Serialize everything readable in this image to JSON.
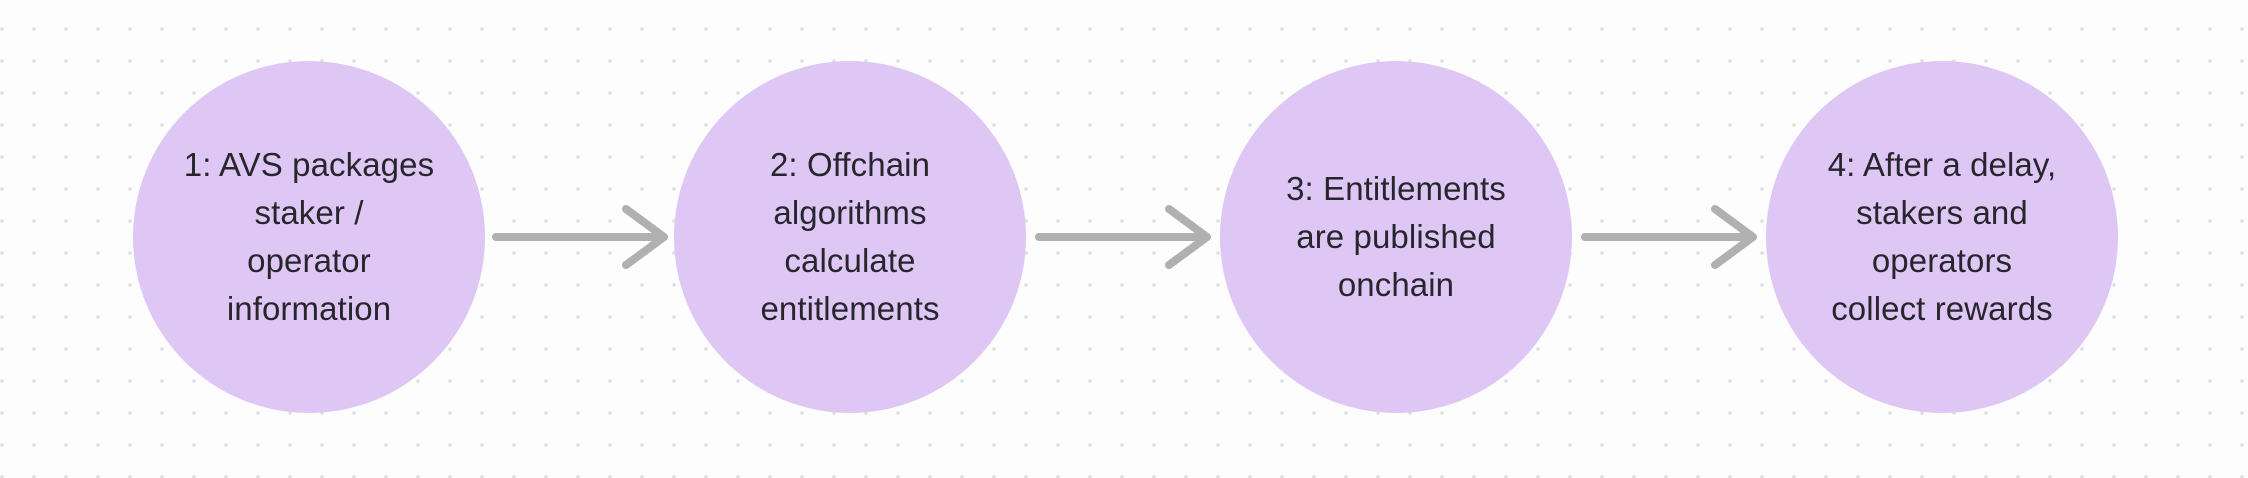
{
  "colors": {
    "background": "#fdfdfd",
    "dot": "#e0e0e0",
    "node_fill": "#dec7f4",
    "node_text": "#26262c",
    "arrow": "#b0b0b0"
  },
  "flow": {
    "type": "process-flow",
    "steps": [
      {
        "id": "1",
        "label": "1: AVS packages staker / operator information",
        "lines": [
          "1: AVS packages",
          "staker /",
          "operator",
          "information"
        ]
      },
      {
        "id": "2",
        "label": "2: Offchain algorithms calculate entitlements",
        "lines": [
          "2: Offchain",
          "algorithms",
          "calculate",
          "entitlements"
        ]
      },
      {
        "id": "3",
        "label": "3: Entitlements are published onchain",
        "lines": [
          "3: Entitlements",
          "are published",
          "onchain"
        ]
      },
      {
        "id": "4",
        "label": "4: After a delay, stakers and operators collect rewards",
        "lines": [
          "4: After a delay,",
          "stakers and",
          "operators",
          "collect rewards"
        ]
      }
    ],
    "connectors": [
      {
        "from": "1",
        "to": "2",
        "type": "arrow-right"
      },
      {
        "from": "2",
        "to": "3",
        "type": "arrow-right"
      },
      {
        "from": "3",
        "to": "4",
        "type": "arrow-right"
      }
    ]
  }
}
